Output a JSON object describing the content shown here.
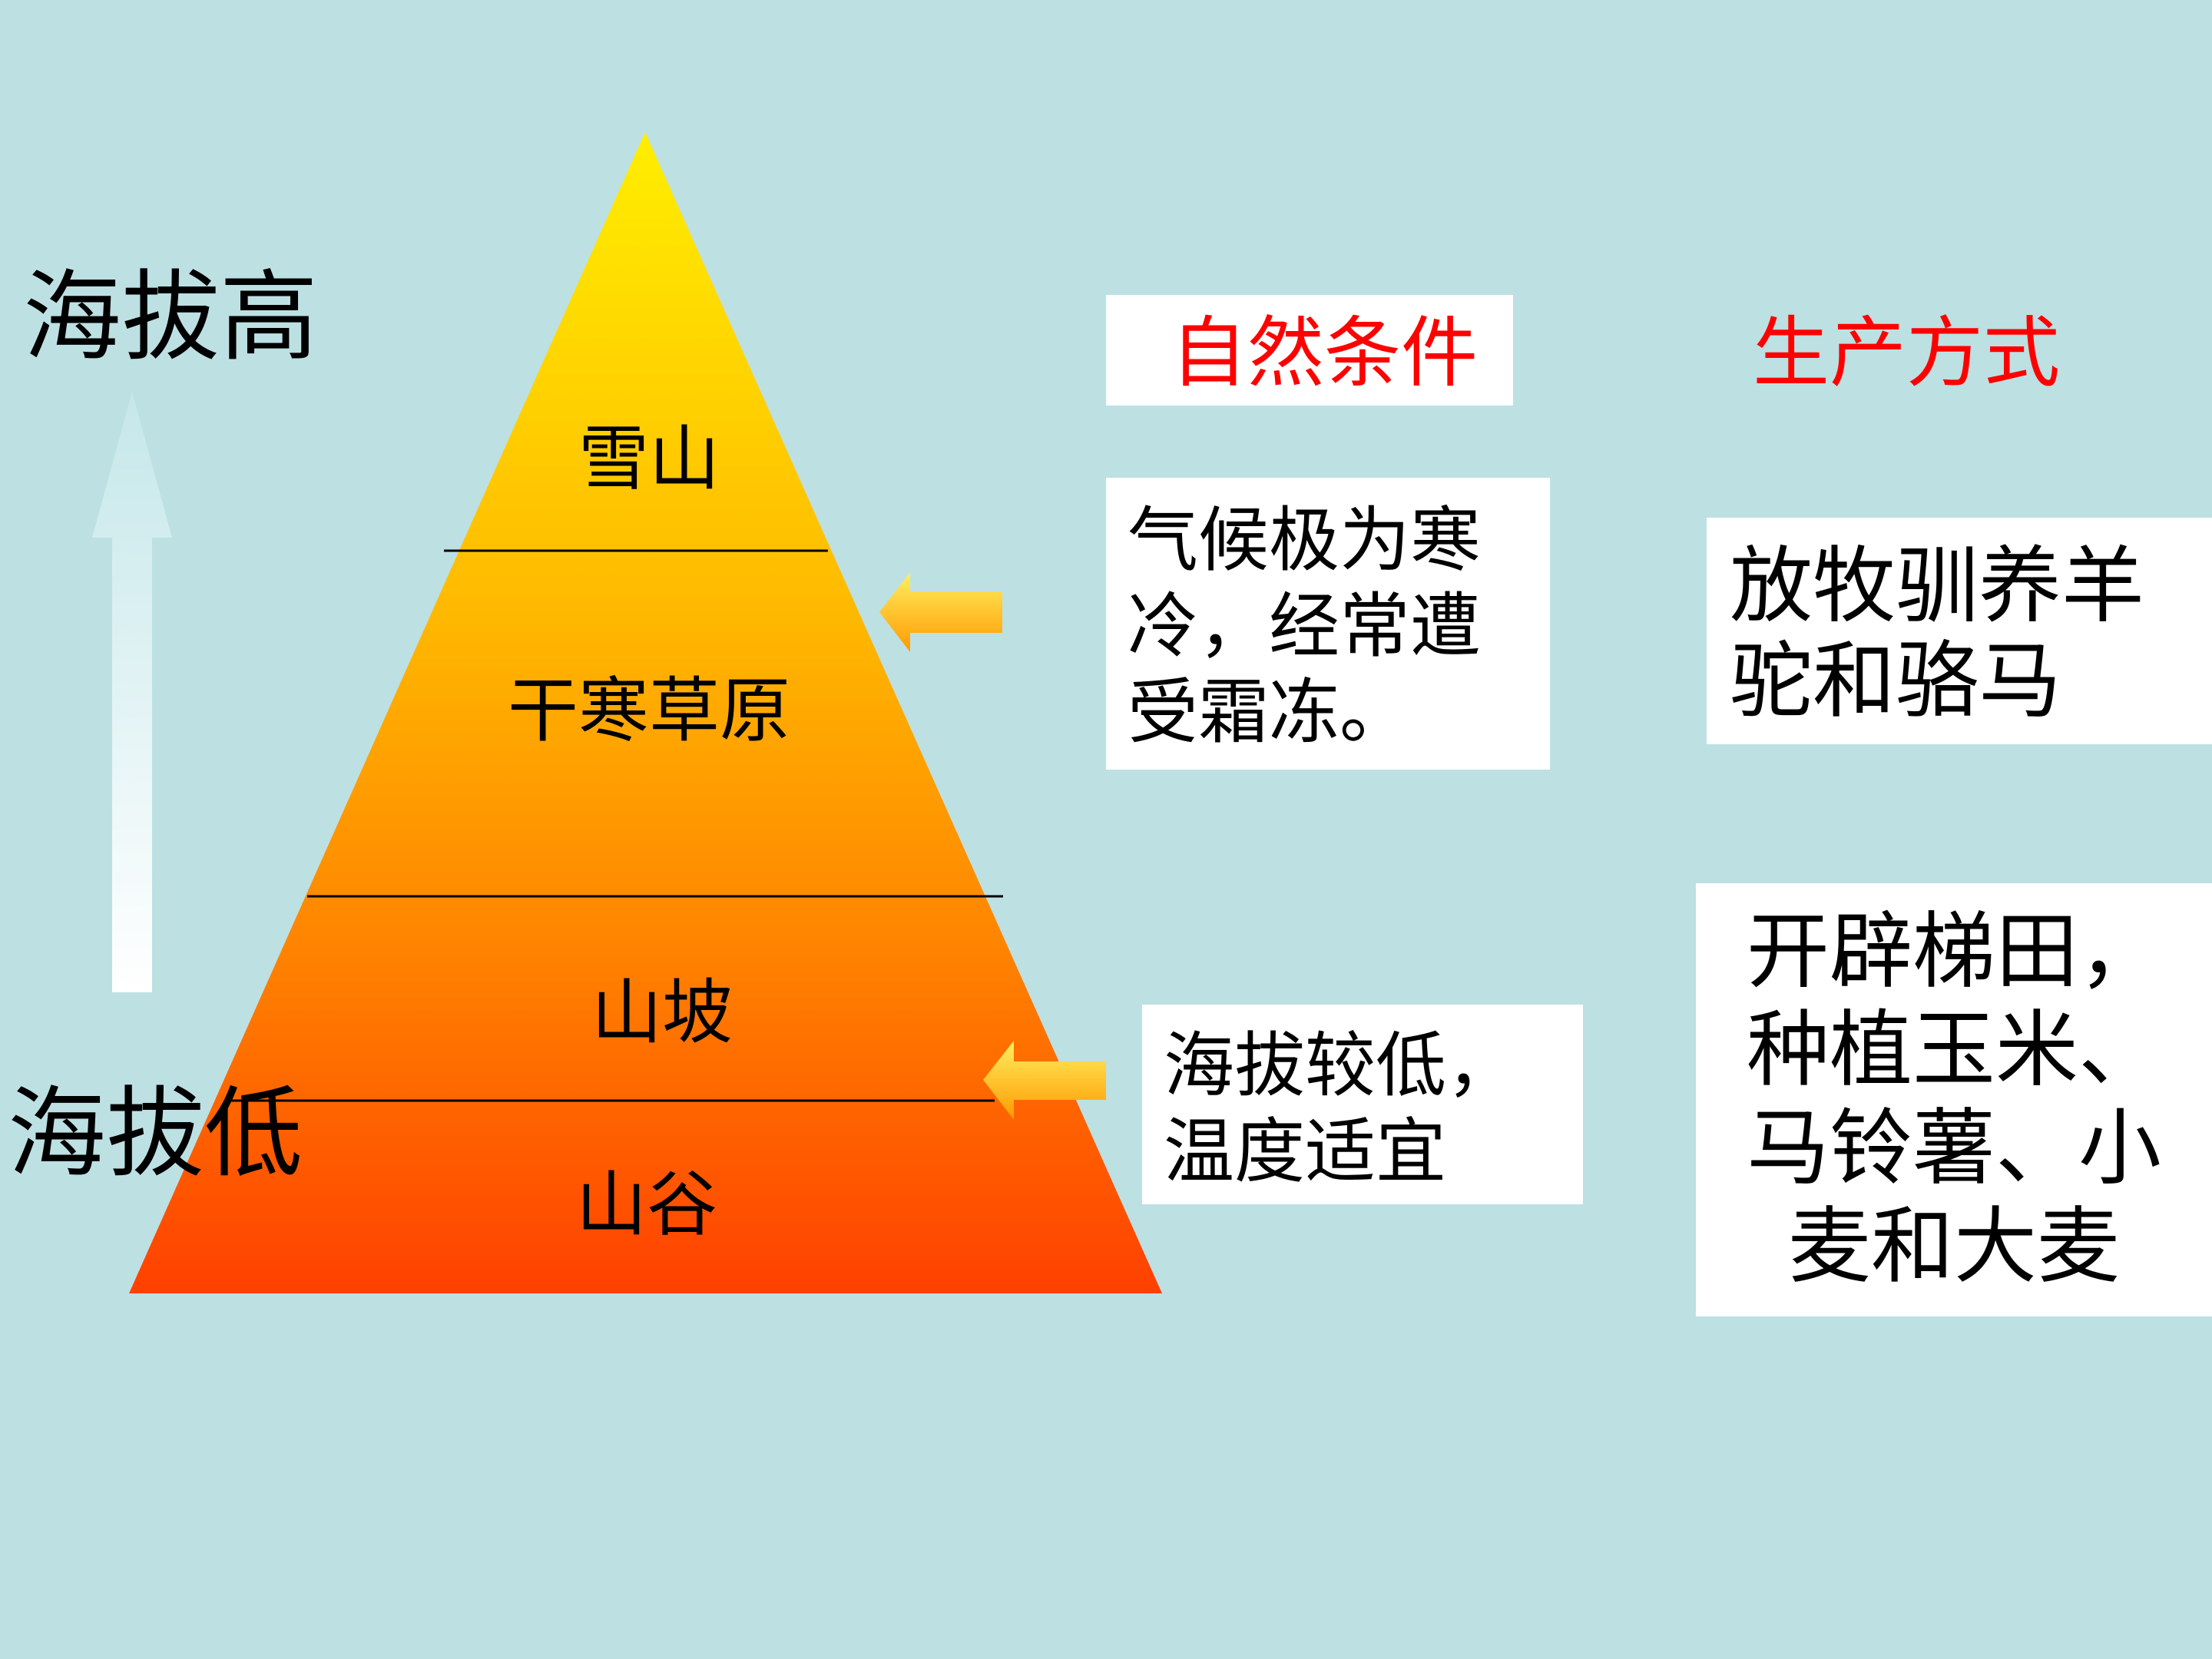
{
  "altitude": {
    "high_label": "海拔高",
    "low_label": "海拔低"
  },
  "pyramid": {
    "layers": [
      {
        "label": "雪山"
      },
      {
        "label": "干寒草原"
      },
      {
        "label": "山坡"
      },
      {
        "label": "山谷"
      }
    ],
    "gradient_top_color": "#ffee00",
    "gradient_bottom_color": "#ff4000"
  },
  "headers": {
    "natural_conditions": "自然条件",
    "production_mode": "生产方式"
  },
  "conditions": {
    "high": "气候极为寒\n冷，经常遭\n受霜冻。",
    "low": "海拔较低，\n温度适宜"
  },
  "production": {
    "high": "放牧驯养羊\n驼和骆马",
    "low": "开辟梯田，\n种植玉米、\n马铃薯、小\n麦和大麦"
  },
  "colors": {
    "background": "#bde0e3",
    "header_text": "#ff0000",
    "arrow_light": "#ffef60",
    "arrow_dark": "#ff9a00"
  }
}
